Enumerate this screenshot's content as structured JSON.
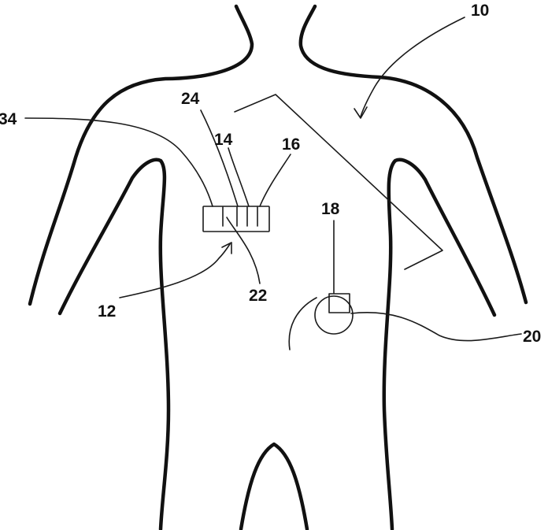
{
  "figure": {
    "labels": {
      "l10": "10",
      "l12": "12",
      "l14": "14",
      "l16": "16",
      "l18": "18",
      "l20": "20",
      "l22": "22",
      "l24": "24",
      "l34": "34"
    }
  }
}
